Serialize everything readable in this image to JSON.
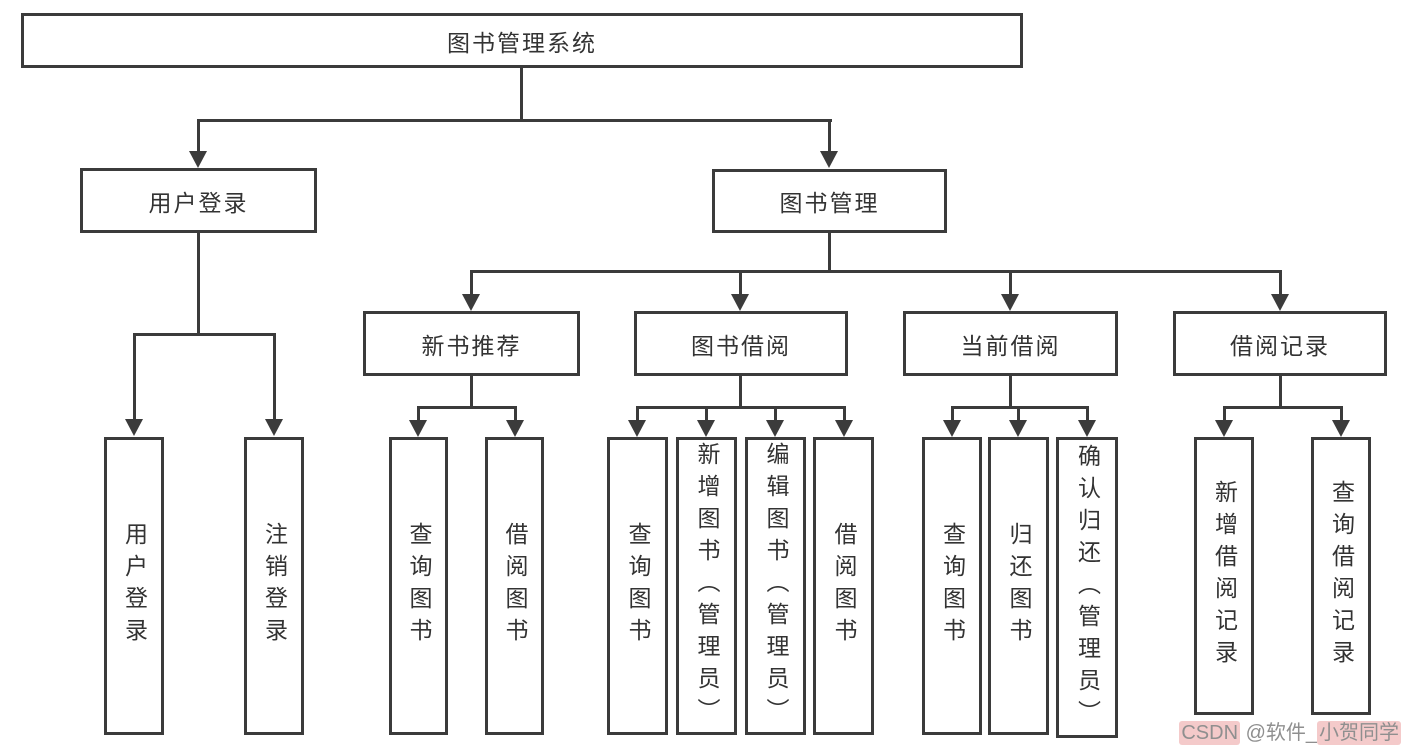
{
  "diagram": {
    "root": {
      "label": "图书管理系统"
    },
    "branches": [
      {
        "label": "用户登录",
        "children": [
          {
            "label": "用户登录"
          },
          {
            "label": "注销登录"
          }
        ]
      },
      {
        "label": "图书管理",
        "children": [
          {
            "label": "新书推荐",
            "children": [
              {
                "label": "查询图书"
              },
              {
                "label": "借阅图书"
              }
            ]
          },
          {
            "label": "图书借阅",
            "children": [
              {
                "label": "查询图书"
              },
              {
                "label": "新增图书（管理员）"
              },
              {
                "label": "编辑图书（管理员）"
              },
              {
                "label": "借阅图书"
              }
            ]
          },
          {
            "label": "当前借阅",
            "children": [
              {
                "label": "查询图书"
              },
              {
                "label": "归还图书"
              },
              {
                "label": "确认归还（管理员）"
              }
            ]
          },
          {
            "label": "借阅记录",
            "children": [
              {
                "label": "新增借阅记录"
              },
              {
                "label": "查询借阅记录"
              }
            ]
          }
        ]
      }
    ]
  },
  "watermark": {
    "parts": [
      {
        "text": "CSDN"
      },
      {
        "text": " @软件_"
      },
      {
        "text": "小贺同学"
      }
    ]
  },
  "colors": {
    "line": "#3b3b3b",
    "text": "#333333",
    "watermark_text": "#8f8f8f",
    "watermark_highlight": "#f4caca",
    "background": "#ffffff"
  }
}
